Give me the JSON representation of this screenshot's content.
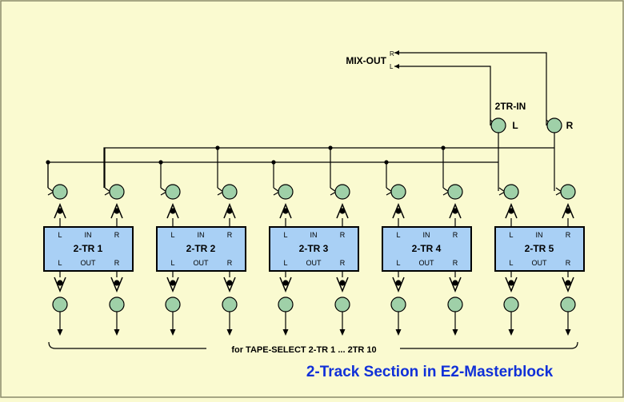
{
  "diagram": {
    "title": "2-Track Section in E2-Masterblock",
    "mix_out": {
      "label": "MIX-OUT",
      "r": "R",
      "l": "L"
    },
    "tr_in": {
      "label": "2TR-IN",
      "l": "L",
      "r": "R"
    },
    "tape_select_label": "for TAPE-SELECT 2-TR 1 ... 2TR 10",
    "modules": [
      {
        "name": "2-TR 1"
      },
      {
        "name": "2-TR 2"
      },
      {
        "name": "2-TR 3"
      },
      {
        "name": "2-TR 4"
      },
      {
        "name": "2-TR 5"
      }
    ],
    "module_labels": {
      "l": "L",
      "r": "R",
      "in": "IN",
      "out": "OUT"
    },
    "colors": {
      "background": "#fafad0",
      "module_fill": "#a9d0f5",
      "knob_fill": "#9fd0a8",
      "title": "#1030d8",
      "line": "#000000"
    }
  }
}
